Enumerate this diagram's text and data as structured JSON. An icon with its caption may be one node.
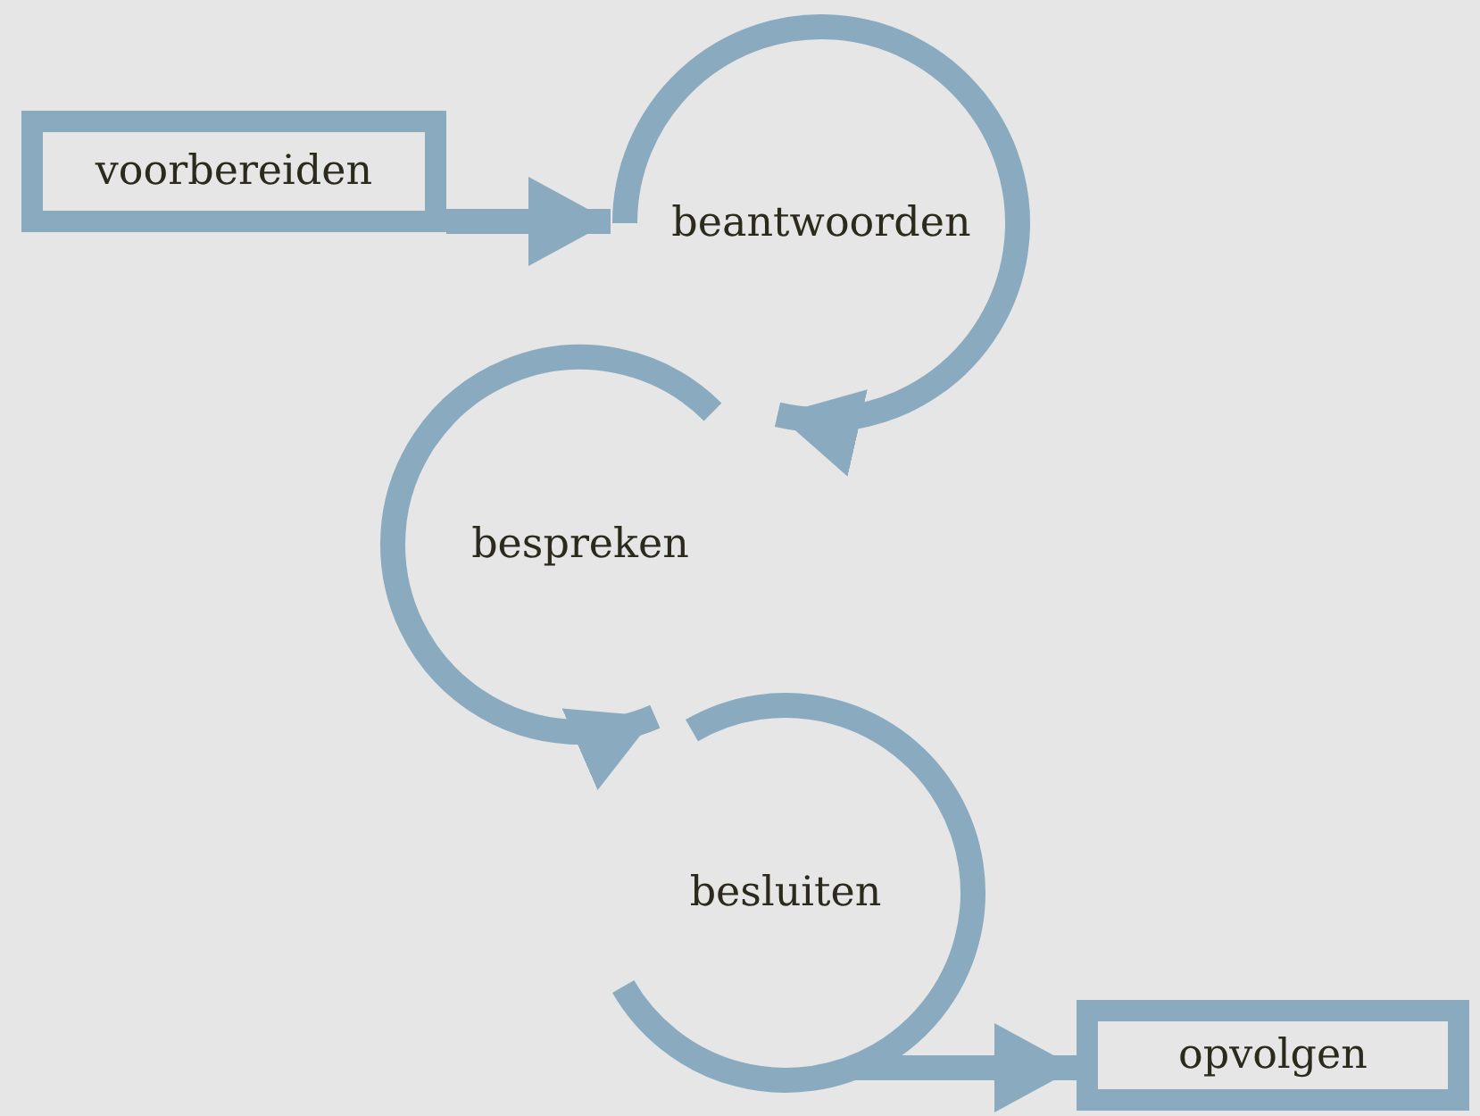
{
  "diagram": {
    "nodes": [
      {
        "text": [
          "voorbereiden"
        ]
      },
      {
        "text": [
          "beantwoorden"
        ]
      },
      {
        "text": [
          "bespreken"
        ]
      },
      {
        "text": [
          "besluiten"
        ]
      },
      {
        "text": [
          "opvolgen"
        ]
      }
    ],
    "edges": [
      {
        "from": 0,
        "to": 1,
        "arrow": "to"
      },
      {
        "from": 1,
        "to": 2,
        "arrow": "to"
      },
      {
        "from": 2,
        "to": 3,
        "arrow": "to"
      },
      {
        "from": 3,
        "to": 4,
        "arrow": "to"
      }
    ]
  }
}
